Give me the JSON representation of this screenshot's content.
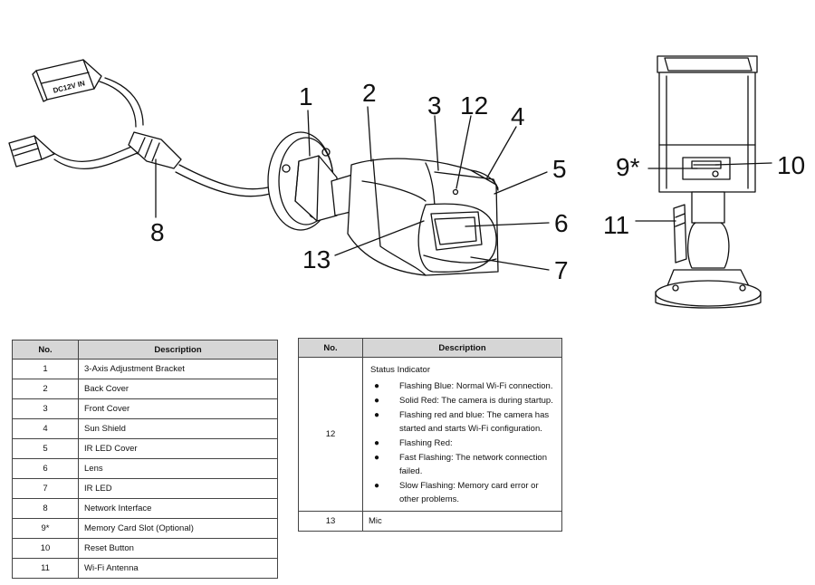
{
  "callouts": {
    "c1": "1",
    "c2": "2",
    "c3": "3",
    "c4": "4",
    "c5": "5",
    "c6": "6",
    "c7": "7",
    "c8": "8",
    "c9": "9*",
    "c10": "10",
    "c11": "11",
    "c12": "12",
    "c13": "13"
  },
  "connector_label": "DC12V IN",
  "table_left": {
    "headers": {
      "no": "No.",
      "description": "Description"
    },
    "rows": [
      {
        "no": "1",
        "description": "3-Axis Adjustment Bracket"
      },
      {
        "no": "2",
        "description": "Back Cover"
      },
      {
        "no": "3",
        "description": "Front Cover"
      },
      {
        "no": "4",
        "description": "Sun Shield"
      },
      {
        "no": "5",
        "description": "IR LED Cover"
      },
      {
        "no": "6",
        "description": "Lens"
      },
      {
        "no": "7",
        "description": "IR LED"
      },
      {
        "no": "8",
        "description": "Network Interface"
      },
      {
        "no": "9*",
        "description": "Memory Card Slot (Optional)"
      },
      {
        "no": "10",
        "description": "Reset Button"
      },
      {
        "no": "11",
        "description": "Wi-Fi Antenna"
      }
    ]
  },
  "table_right": {
    "headers": {
      "no": "No.",
      "description": "Description"
    },
    "row12": {
      "no": "12",
      "title": "Status Indicator",
      "bullets": [
        "Flashing Blue: Normal Wi-Fi connection.",
        "Solid Red: The camera is during startup.",
        "Flashing red and blue: The camera has started and starts Wi-Fi configuration.",
        "Flashing Red:",
        "Fast Flashing: The network connection failed.",
        "Slow Flashing: Memory card error or other problems."
      ]
    },
    "row13": {
      "no": "13",
      "description": "Mic"
    }
  }
}
